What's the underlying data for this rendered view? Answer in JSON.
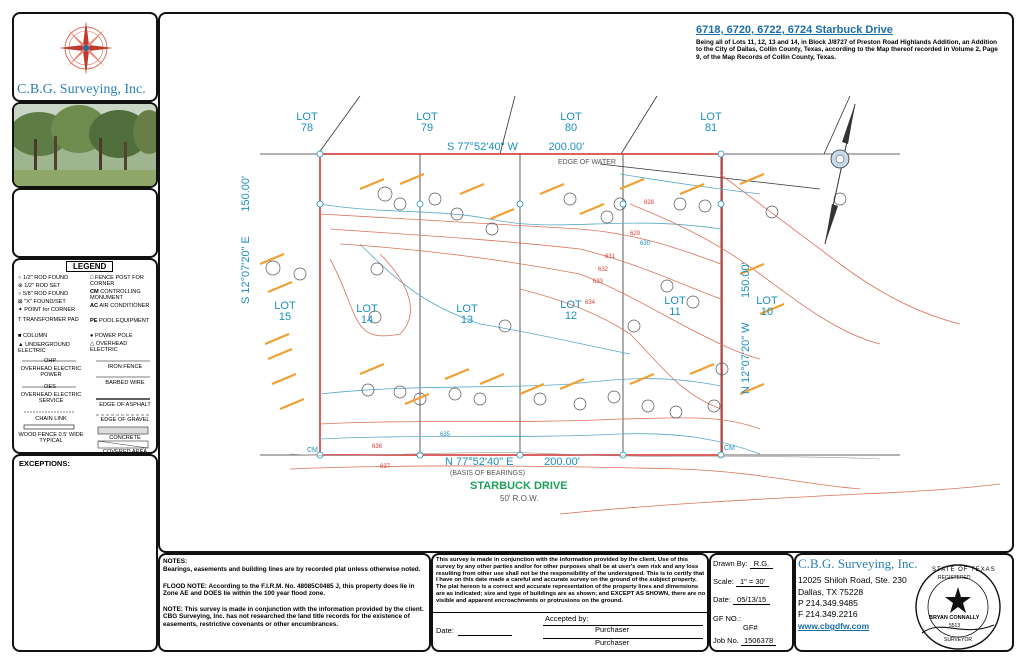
{
  "company": {
    "name": "C.B.G. Surveying, Inc.",
    "address1": "12025 Shiloh Road, Ste. 230",
    "address2": "Dallas, TX 75228",
    "phone": "P 214.349.9485",
    "fax": "F 214.349.2216",
    "website": "www.cbgdfw.com"
  },
  "title": {
    "address": "6718, 6720, 6722, 6724 Starbuck Drive",
    "description": "Being all of Lots 11, 12, 13 and 14, in Block J/8727 of Preston Road Highlands Addition, an Addition to the City of Dallas, Collin County, Texas, according to the Map thereof recorded in Volume 2, Page 9, of the Map Records of Collin County, Texas."
  },
  "legend": {
    "title": "LEGEND",
    "left": [
      "1/2\" ROD FOUND",
      "1/2\" ROD SET",
      "5/8\" ROD FOUND",
      "\"X\" FOUND/SET",
      "POINT for CORNER",
      "TRANSFORMER PAD",
      "COLUMN",
      "UNDERGROUND ELECTRIC"
    ],
    "right": [
      "FENCE POST FOR CORNER",
      "CONTROLLING MONUMENT",
      "AIR CONDITIONER",
      "POOL EQUIPMENT",
      "POWER POLE",
      "OVERHEAD ELECTRIC"
    ],
    "right_codes": [
      "",
      "CM",
      "AC",
      "PE",
      "",
      ""
    ],
    "lines": [
      "OVERHEAD ELECTRIC POWER",
      "OVERHEAD ELECTRIC SERVICE",
      "CHAIN LINK",
      "WOOD FENCE 0.5' WIDE TYPICAL"
    ],
    "line_codes": [
      "OHP",
      "OES",
      "",
      ""
    ],
    "lines_right": [
      "IRON FENCE",
      "BARBED WIRE",
      "EDGE OF ASPHALT",
      "EDGE OF GRAVEL",
      "CONCRETE",
      "COVERED AREA"
    ]
  },
  "exceptions_label": "EXCEPTIONS:",
  "notes": {
    "heading": "NOTES:",
    "n1": "Bearings, easements and building lines are by recorded plat unless otherwise noted.",
    "n2": "FLOOD NOTE: According to the F.I.R.M. No. 48085C0485 J, this property does lie in Zone AE and DOES lie within the 100 year flood zone.",
    "n3": "NOTE: This survey is made in conjunction with the information provided by the client. CBG Surveying, Inc. has not researched the land title records for the existence of easements, restrictive covenants or other encumbrances."
  },
  "certification": "This survey is made in conjunction with the information provided by the client. Use of this survey by any other parties and/or for other purposes shall be at user's own risk and any loss resulting from other use shall not be the responsibility of the undersigned. This is to certify that I have on this date made a careful and accurate survey on the ground of the subject property. The plat hereon is a correct and accurate representation of the property lines and dimensions are as indicated; size and type of buildings are as shown; and EXCEPT AS SHOWN, there are no visible and apparent encroachments or protrusions on the ground.",
  "acceptance": {
    "accepted_by": "Accepted by:",
    "date": "Date:",
    "purchaser1": "Purchaser",
    "purchaser2": "Purchaser"
  },
  "job": {
    "drawn_by_label": "Drawn By:",
    "drawn_by": "R.G.",
    "scale_label": "Scale:",
    "scale": "1\" = 30'",
    "date_label": "Date:",
    "date": "05/13/15",
    "gf_label": "GF NO.:",
    "gf": "GF#",
    "job_label": "Job No.",
    "job_no": "1506378"
  },
  "seal": {
    "state": "STATE OF TEXAS",
    "registered": "REGISTERED",
    "surveyor": "BRYAN CONNALLY",
    "number": "5513",
    "bottom": "SURVEYOR"
  },
  "plan": {
    "lots_top": [
      "LOT 78",
      "LOT 79",
      "LOT 80",
      "LOT 81"
    ],
    "lots_mid": [
      "LOT 15",
      "LOT 14",
      "LOT 13",
      "LOT 12",
      "LOT 11",
      "LOT 10"
    ],
    "bearing_top": "S 77°52'40\" W",
    "dist_top": "200.00'",
    "bearing_bottom": "N 77°52'40\" E",
    "dist_bottom": "200.00'",
    "bearing_left": "S 12°07'20\" E",
    "dist_left": "150.00'",
    "bearing_right": "N 12°07'20\" W",
    "dist_right": "150.00'",
    "basis": "(BASIS OF BEARINGS)",
    "street": "STARBUCK DRIVE",
    "row": "50' R.O.W.",
    "edge_water": "EDGE OF WATER",
    "cm": "CM",
    "contours": [
      "628",
      "629",
      "630",
      "631",
      "632",
      "633",
      "634",
      "635",
      "636",
      "637"
    ]
  }
}
